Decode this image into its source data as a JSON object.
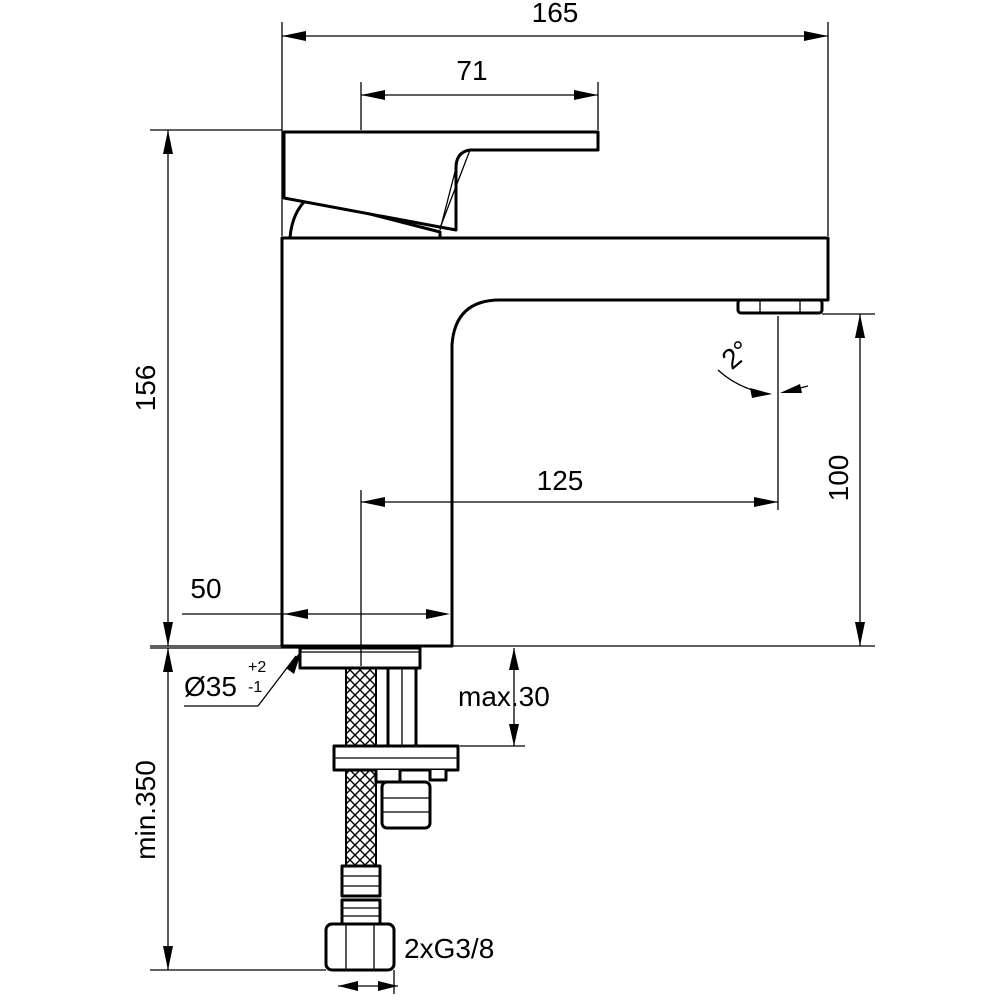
{
  "dimensions": {
    "overall_width": "165",
    "lever_width": "71",
    "total_height": "156",
    "spout_reach": "125",
    "spout_height": "100",
    "body_depth": "50",
    "spout_angle": "2°",
    "hole_diameter": "Ø35",
    "hole_tol_upper": "+2",
    "hole_tol_lower": "-1",
    "max_deck_thickness": "max.30",
    "min_hose_length": "min.350",
    "connection_thread": "2xG3/8"
  }
}
